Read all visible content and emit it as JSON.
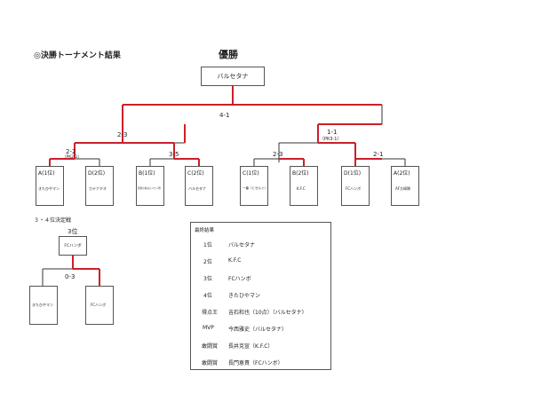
{
  "header": {
    "section_title": "◎決勝トーナメント結果",
    "champion_heading": "優勝",
    "champion": "バルセタナ"
  },
  "bracket": {
    "final_score": "4-1",
    "semi_left_score": "2-3",
    "semi_right_score": "1-1",
    "semi_right_pk": "（PK3-1）",
    "qf1_score": "2-2",
    "qf1_pk": "（PK2-1）",
    "qf2_score": "3-5",
    "qf3_score": "2-3",
    "qf4_score": "2-1",
    "teams": [
      {
        "seed": "A(1位)",
        "name": "きたひやマン"
      },
      {
        "seed": "D(2位)",
        "name": "カテナチオ"
      },
      {
        "seed": "B(1位)",
        "name": "西新小鬼ならハヒハ所"
      },
      {
        "seed": "C(2位)",
        "name": "バルセタナ"
      },
      {
        "seed": "C(1位)",
        "name": "一番（とせんぐ）"
      },
      {
        "seed": "B(2位)",
        "name": "K.F.C"
      },
      {
        "seed": "D(1位)",
        "name": "FCハンボ"
      },
      {
        "seed": "A(2位)",
        "name": "AF大崎隊"
      }
    ]
  },
  "third_place": {
    "title": "３・４位決定戦",
    "rank_label": "3位",
    "winner": "FCハンボ",
    "score": "0-3",
    "team_left": "きたひやマン",
    "team_right": "FCハンボ"
  },
  "final_results": {
    "title": "最終結果",
    "rows": [
      {
        "label": "1位",
        "value": "バルセタナ"
      },
      {
        "label": "2位",
        "value": "K.F.C"
      },
      {
        "label": "3位",
        "value": "FCハンボ"
      },
      {
        "label": "4位",
        "value": "きたひやマン"
      },
      {
        "label": "得点王",
        "value": "吉石和也（10点）（バルセタナ）"
      },
      {
        "label": "MVP",
        "value": "今西雅史（バルセタナ）"
      },
      {
        "label": "敢闘賞",
        "value": "長井克宣（K.F.C）"
      },
      {
        "label": "敢闘賞",
        "value": "長門恵貴（FCハンボ）"
      }
    ]
  }
}
